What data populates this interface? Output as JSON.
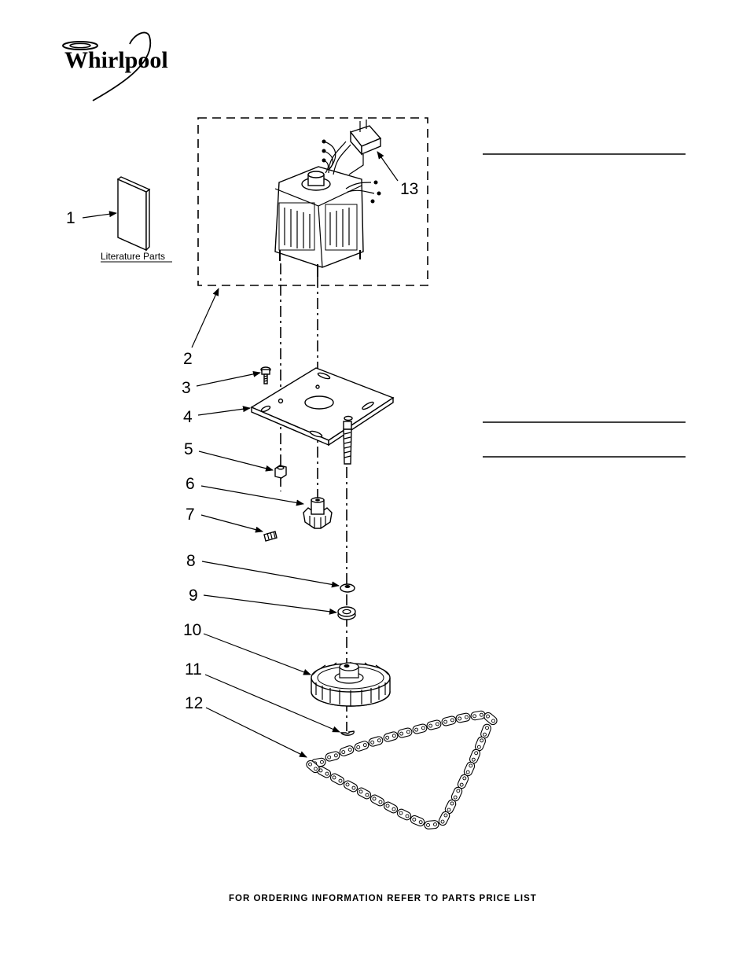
{
  "brand": {
    "name": "Whirlpool"
  },
  "literature_caption": "Literature Parts",
  "callouts": [
    "1",
    "2",
    "3",
    "4",
    "5",
    "6",
    "7",
    "8",
    "9",
    "10",
    "11",
    "12",
    "13"
  ],
  "footer": "FOR ORDERING INFORMATION REFER TO PARTS PRICE LIST"
}
